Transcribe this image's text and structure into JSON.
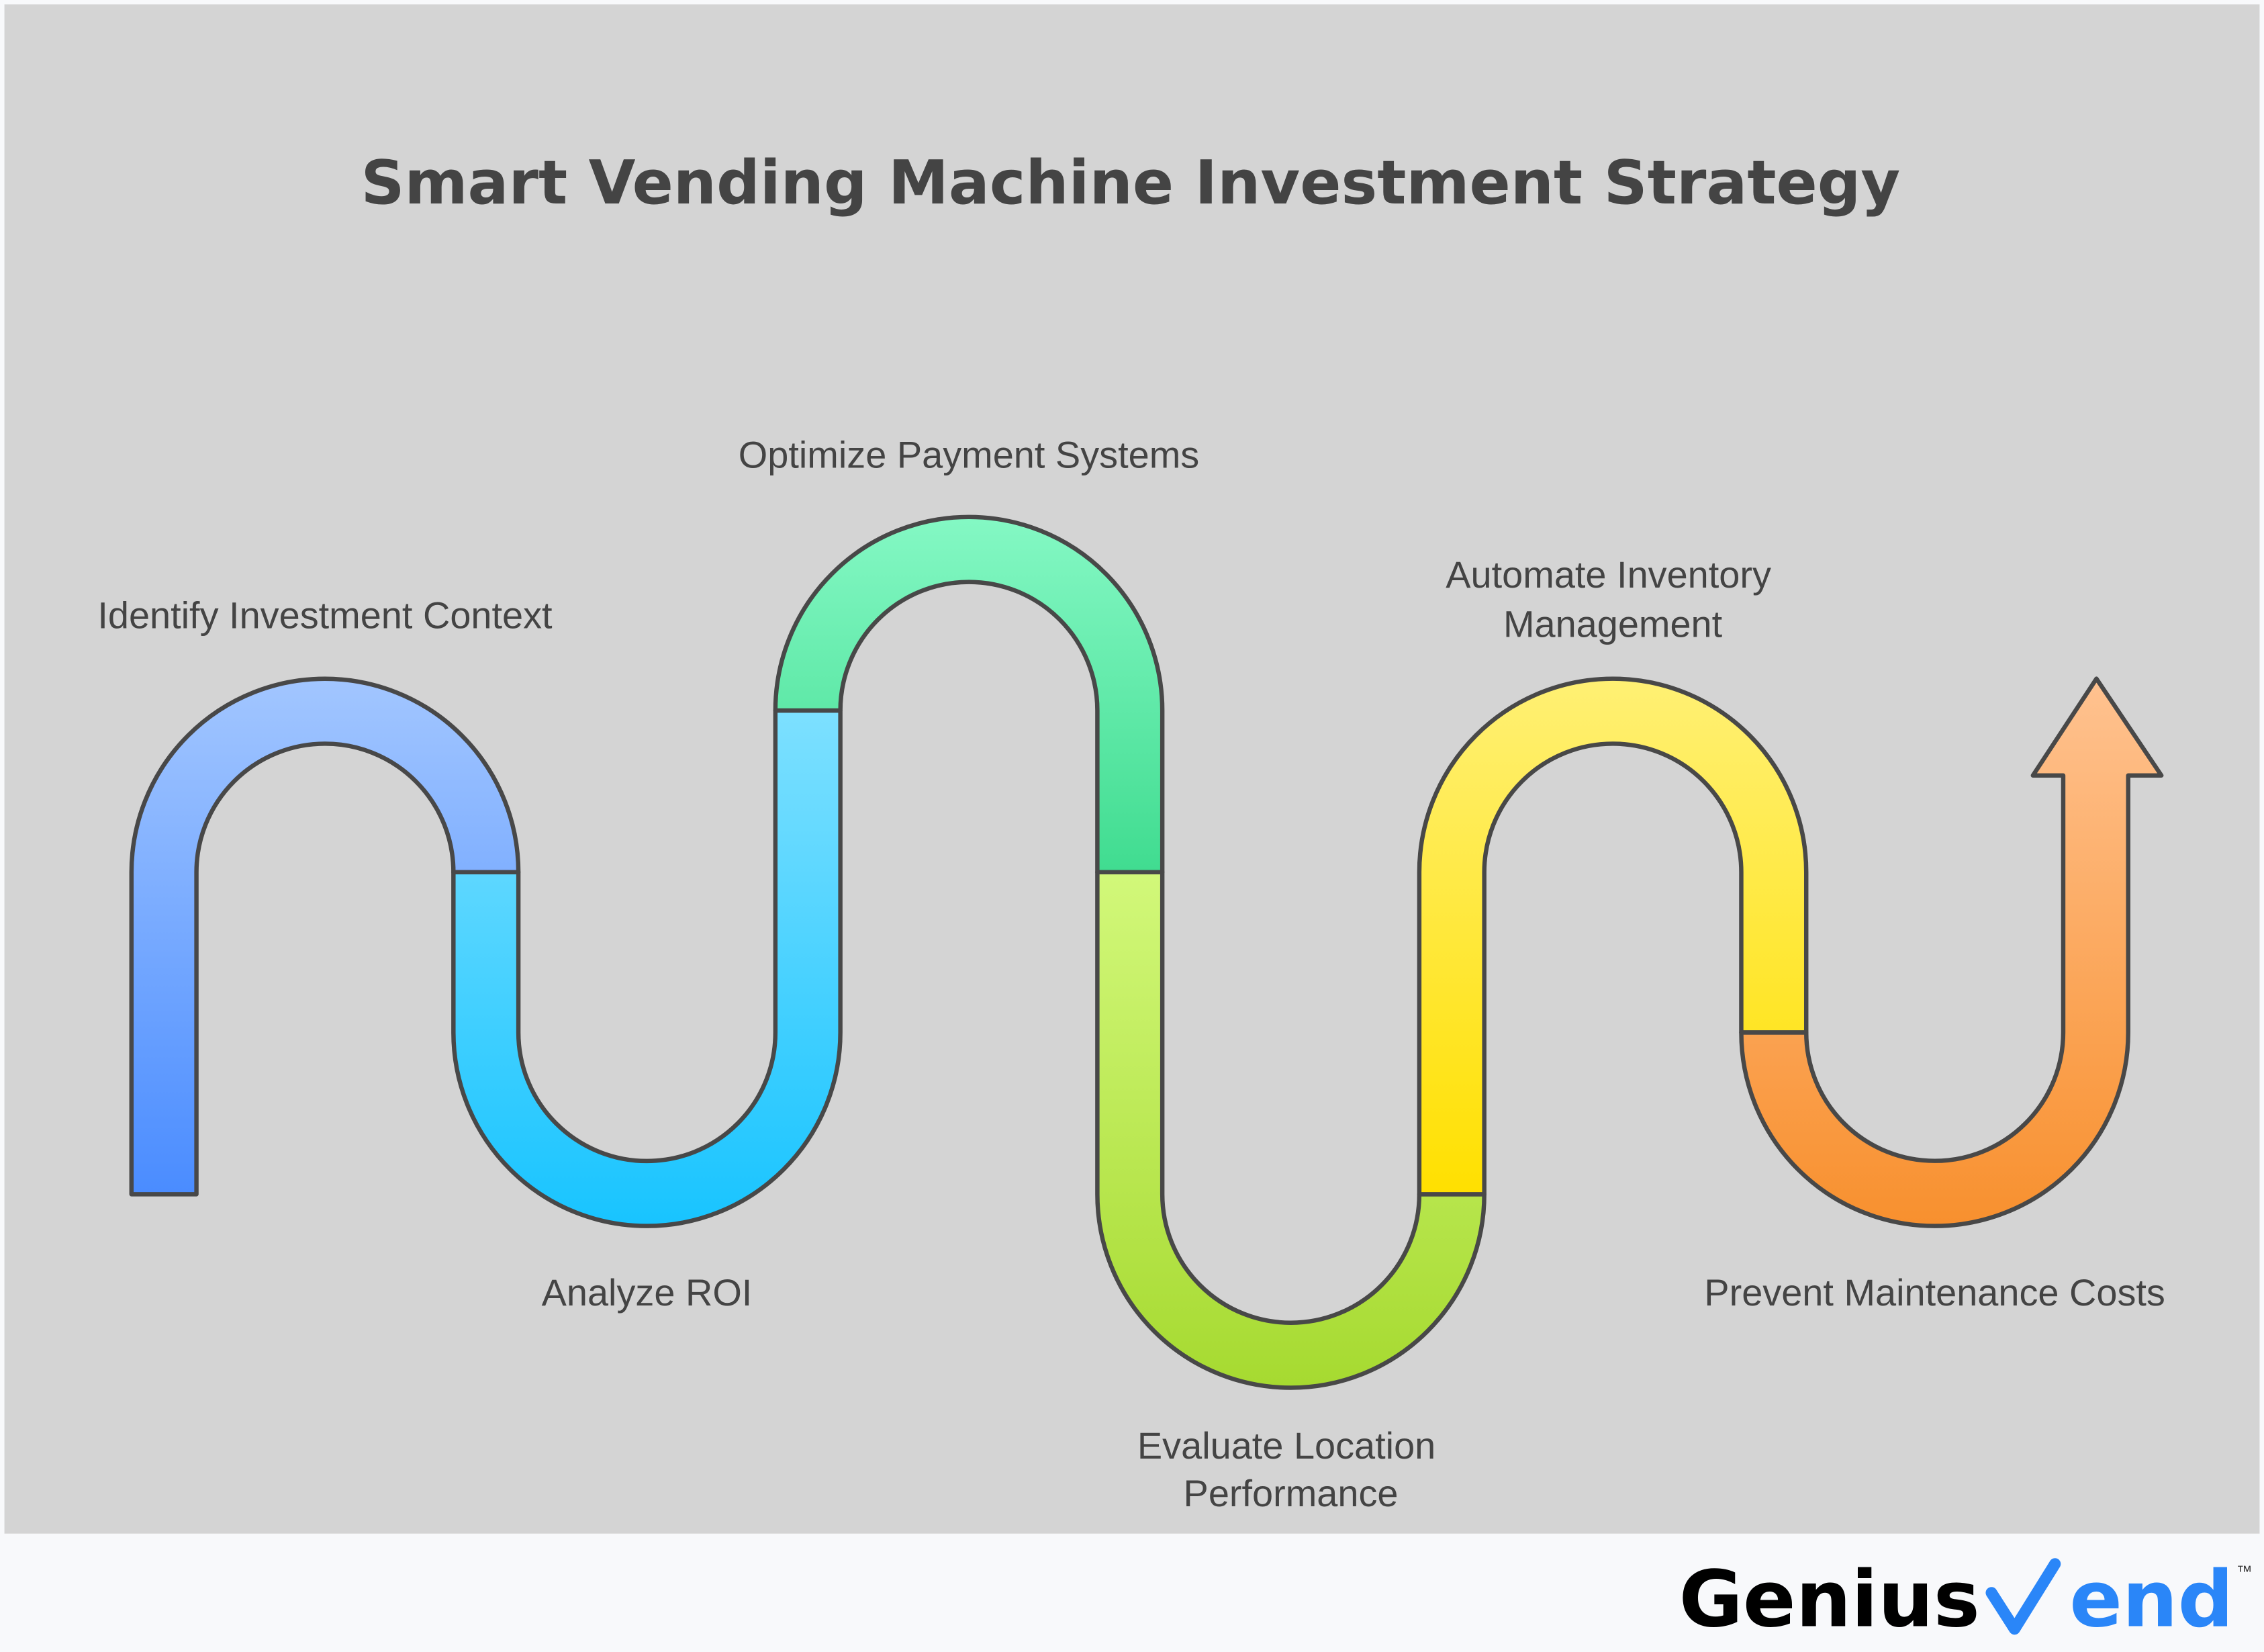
{
  "title": "Smart Vending Machine Investment Strategy",
  "steps": [
    {
      "label": [
        "Identify Investment Context"
      ],
      "color_top": "#a2c6ff",
      "color_bottom": "#4a8cff"
    },
    {
      "label": [
        "Analyze ROI"
      ],
      "color_top": "#7de0ff",
      "color_bottom": "#18c4ff"
    },
    {
      "label": [
        "Optimize Payment Systems"
      ],
      "color_top": "#84f8c4",
      "color_bottom": "#40dc90"
    },
    {
      "label": [
        "Evaluate Location",
        "Performance"
      ],
      "color_top": "#d2f87a",
      "color_bottom": "#a6da30"
    },
    {
      "label": [
        "Automate Inventory",
        "Management"
      ],
      "color_top": "#fff074",
      "color_bottom": "#ffe000"
    },
    {
      "label": [
        "Prevent Maintenance Costs"
      ],
      "color_top": "#ffc290",
      "color_bottom": "#f8902e"
    }
  ],
  "logo": {
    "part1": "Genius",
    "part2": "end",
    "tm": "™",
    "accent": "#2a86f8"
  }
}
